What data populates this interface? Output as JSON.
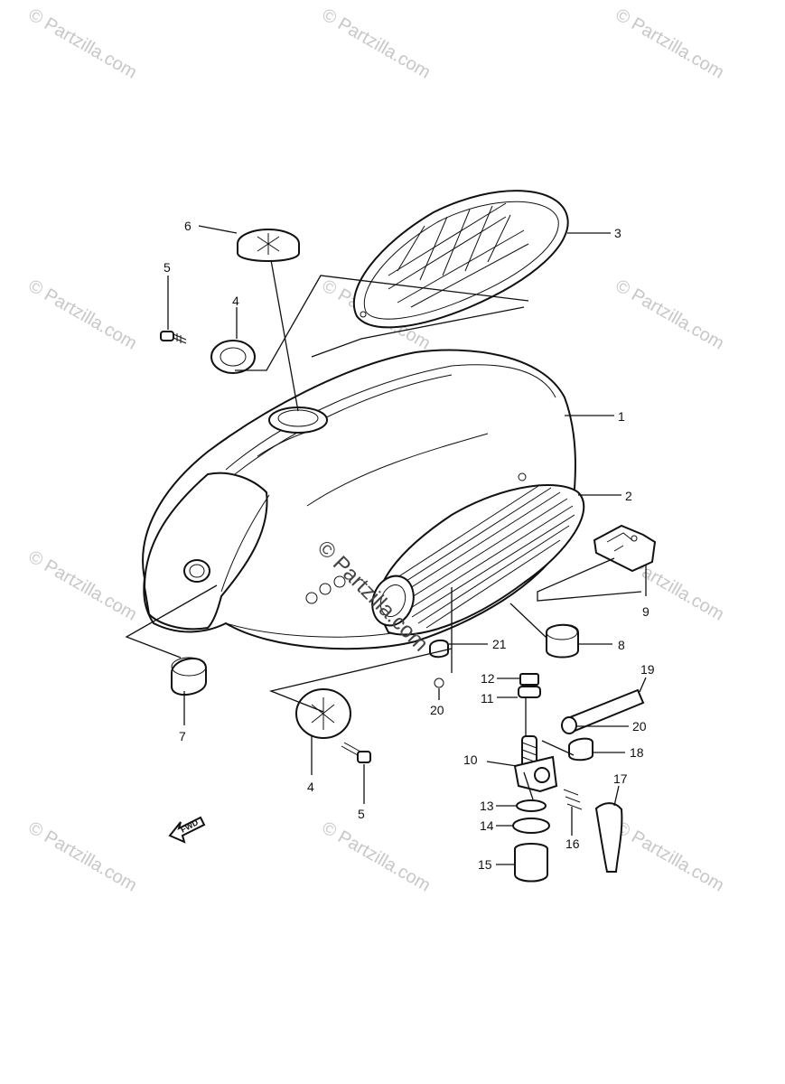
{
  "watermark": {
    "text": "© Partzilla.com",
    "center_text": "© Partzilla.com"
  },
  "fwd_label": "FWD",
  "callouts": {
    "p1": "1",
    "p2": "2",
    "p3": "3",
    "p4a": "4",
    "p4b": "4",
    "p5a": "5",
    "p5b": "5",
    "p6": "6",
    "p7": "7",
    "p8": "8",
    "p9": "9",
    "p10": "10",
    "p11": "11",
    "p12": "12",
    "p13": "13",
    "p14": "14",
    "p15": "15",
    "p16": "16",
    "p17": "17",
    "p18": "18",
    "p19": "19",
    "p20a": "20",
    "p20b": "20",
    "p21": "21"
  }
}
